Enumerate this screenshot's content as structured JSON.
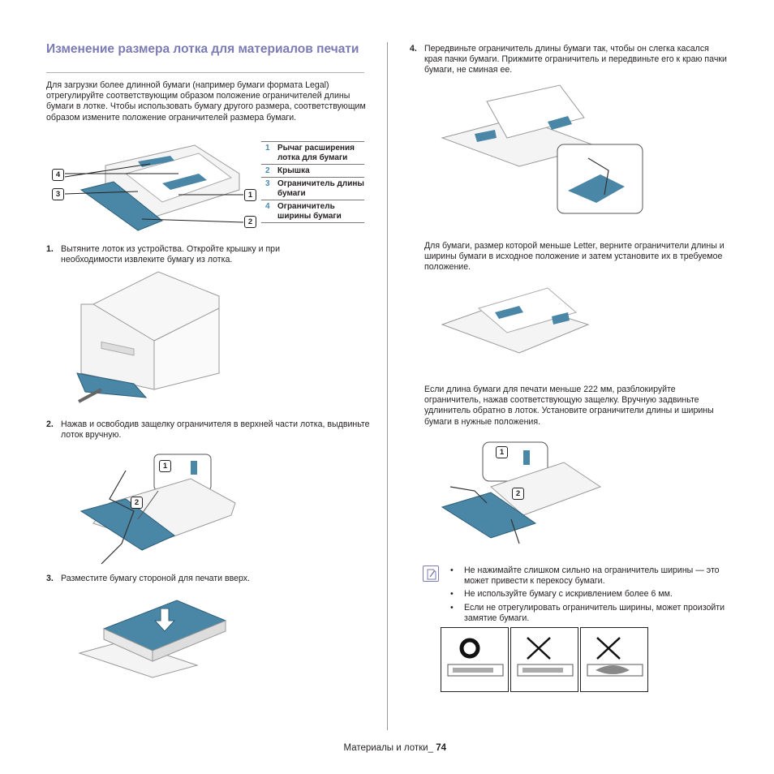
{
  "heading": "Изменение размера лотка для материалов печати",
  "intro": "Для загрузки более длинной бумаги (например бумаги формата Legal) отрегулируйте соответствующим образом положение ограничителей длины бумаги в лотке. Чтобы использовать бумагу другого размера, соответствующим образом измените положение ограничителей размера бумаги.",
  "legend": [
    {
      "num": "1",
      "label": "Рычаг расширения лотка для бумаги"
    },
    {
      "num": "2",
      "label": "Крышка"
    },
    {
      "num": "3",
      "label": "Ограничитель длины бумаги"
    },
    {
      "num": "4",
      "label": "Ограничитель ширины бумаги"
    }
  ],
  "callouts": {
    "c4": "4",
    "c3": "3",
    "c1": "1",
    "c2": "2",
    "s2_1": "1",
    "s2_2": "2",
    "r_1": "1",
    "r_2": "2"
  },
  "steps": [
    {
      "num": "1.",
      "text": "Вытяните лоток из устройства. Откройте крышку и при необходимости извлеките бумагу из лотка."
    },
    {
      "num": "2.",
      "text": "Нажав и освободив защелку ограничителя в верхней части лотка, выдвиньте лоток вручную."
    },
    {
      "num": "3.",
      "text": "Разместите бумагу стороной для печати вверх."
    },
    {
      "num": "4.",
      "text": "Передвиньте ограничитель длины бумаги так, чтобы он слегка касался края пачки бумаги. Прижмите ограничитель и передвиньте его к краю пачки бумаги, не сминая ее."
    }
  ],
  "letter_note": "Для бумаги, размер которой меньше Letter, верните ограничители длины и ширины бумаги в исходное положение и затем установите их в требуемое положение.",
  "short_note": "Если длина бумаги для печати меньше 222 мм, разблокируйте ограничитель, нажав соответствующую защелку. Вручную задвиньте удлинитель обратно в лоток. Установите ограничители длины и ширины бумаги в нужные положения.",
  "notes": [
    "Не нажимайте слишком сильно на ограничитель ширины — это может привести к перекосу бумаги.",
    "Не используйте бумагу с искривлением более 6 мм.",
    "Если не отрегулировать ограничитель ширины, может произойти замятие бумаги."
  ],
  "footer": {
    "section": "Материалы и лотки_",
    "page": "74"
  },
  "colors": {
    "accent": "#7b7bb5",
    "tray_blue": "#4a86a6",
    "legend_num": "#4a8ab0"
  }
}
